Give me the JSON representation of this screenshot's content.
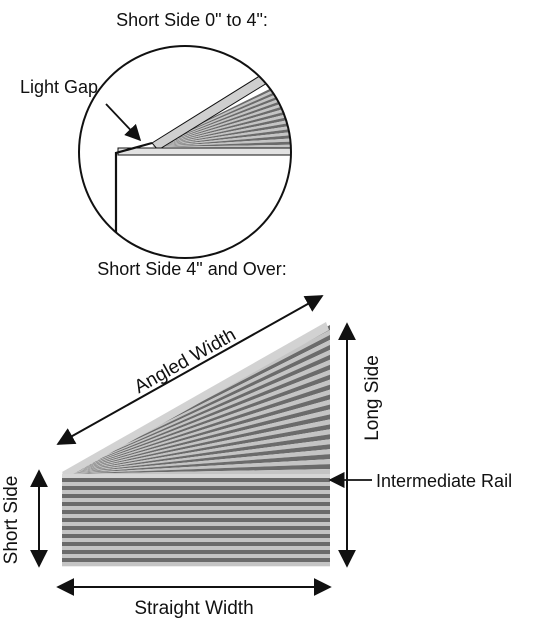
{
  "top_section": {
    "title": "Short Side 0\" to 4\":",
    "callout_label": "Light Gap"
  },
  "bottom_section": {
    "title": "Short Side 4\" and Over:",
    "labels": {
      "angled_width": "Angled Width",
      "long_side": "Long Side",
      "short_side": "Short Side",
      "intermediate_rail": "Intermediate Rail",
      "straight_width": "Straight Width"
    }
  },
  "colors": {
    "ink": "#111111",
    "shade_dark": "#6b6b6b",
    "shade_light": "#c4c4c4",
    "rail": "#d6d6d6"
  }
}
